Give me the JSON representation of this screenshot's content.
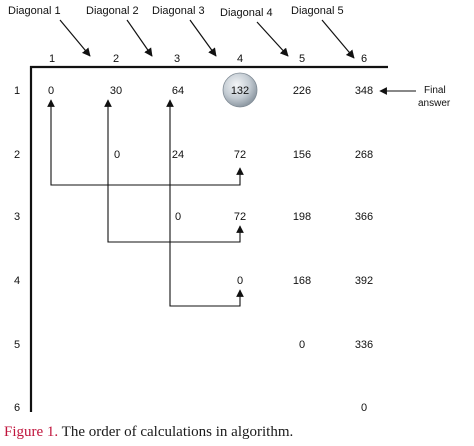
{
  "diagonal_labels": [
    "Diagonal 1",
    "Diagonal 2",
    "Diagonal 3",
    "Diagonal 4",
    "Diagonal 5"
  ],
  "column_labels": [
    "1",
    "2",
    "3",
    "4",
    "5",
    "6"
  ],
  "row_labels": [
    "1",
    "2",
    "3",
    "4",
    "5",
    "6"
  ],
  "cells": [
    [
      "0",
      "30",
      "64",
      "132",
      "226",
      "348"
    ],
    [
      "",
      "0",
      "24",
      "72",
      "156",
      "268"
    ],
    [
      "",
      "",
      "0",
      "72",
      "198",
      "366"
    ],
    [
      "",
      "",
      "",
      "0",
      "168",
      "392"
    ],
    [
      "",
      "",
      "",
      "",
      "0",
      "336"
    ],
    [
      "",
      "",
      "",
      "",
      "",
      "0"
    ]
  ],
  "highlighted_cell_value": "132",
  "final_answer": {
    "line1": "Final",
    "line2": "answer"
  },
  "caption": {
    "figure": "Figure 1.",
    "text": "The order of calculations in algorithm."
  }
}
